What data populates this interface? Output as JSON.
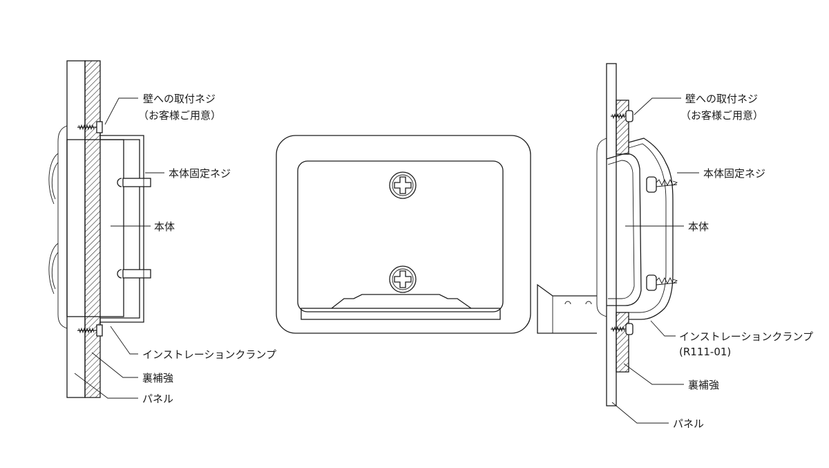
{
  "left_view": {
    "labels": {
      "wall_screw_line1": "壁への取付ネジ",
      "wall_screw_line2": "（お客様ご用意）",
      "body_screw": "本体固定ネジ",
      "body": "本体",
      "clamp": "インストレーションクランプ",
      "backing": "裏補強",
      "panel": "パネル"
    }
  },
  "right_view": {
    "labels": {
      "wall_screw_line1": "壁への取付ネジ",
      "wall_screw_line2": "（お客様ご用意）",
      "body_screw": "本体固定ネジ",
      "body": "本体",
      "clamp_line1": "インストレーションクランプ",
      "clamp_line2": "(R111-01)",
      "backing": "裏補強",
      "panel": "パネル"
    }
  }
}
